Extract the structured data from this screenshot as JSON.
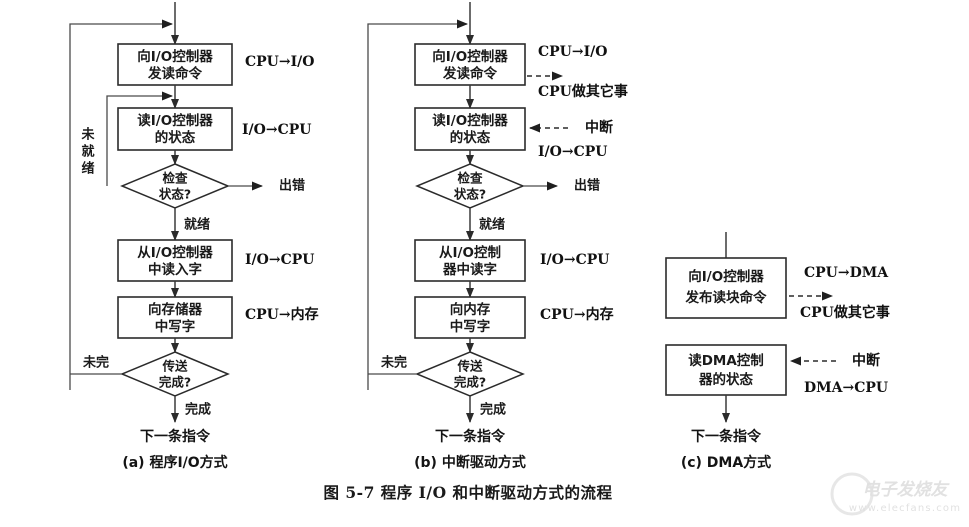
{
  "figure": {
    "caption": "图 5-7    程序 I/O 和中断驱动方式的流程",
    "watermark_cn": "电子发烧友",
    "watermark_url": "www.elecfans.com"
  },
  "columns": [
    {
      "id": "program-io",
      "subcaption": "(a) 程序I/O方式",
      "nodes": [
        {
          "id": "a1",
          "type": "process",
          "lines": [
            "向I/O控制器",
            "发读命令"
          ]
        },
        {
          "id": "a2",
          "type": "process",
          "lines": [
            "读I/O控制器",
            "的状态"
          ]
        },
        {
          "id": "a3",
          "type": "decision",
          "lines": [
            "检查",
            "状态?"
          ]
        },
        {
          "id": "a4",
          "type": "process",
          "lines": [
            "从I/O控制器",
            "中读入字"
          ]
        },
        {
          "id": "a5",
          "type": "process",
          "lines": [
            "向存储器",
            "中写字"
          ]
        },
        {
          "id": "a6",
          "type": "decision",
          "lines": [
            "传送",
            "完成?"
          ]
        },
        {
          "id": "a7",
          "type": "terminal",
          "lines": [
            "下一条指令"
          ]
        }
      ],
      "side_labels": [
        {
          "id": "a-side1",
          "text": "CPU→I/O"
        },
        {
          "id": "a-side2",
          "text": "I/O→CPU"
        },
        {
          "id": "a-side3",
          "text": "I/O→CPU"
        },
        {
          "id": "a-side4",
          "text": "CPU→内存"
        }
      ],
      "edge_labels": [
        {
          "id": "a-err",
          "text": "出错"
        },
        {
          "id": "a-ready",
          "text": "就绪"
        },
        {
          "id": "a-done",
          "text": "完成"
        },
        {
          "id": "a-notready",
          "lines": [
            "未",
            "就",
            "绪"
          ]
        },
        {
          "id": "a-notdone",
          "text": "未完"
        }
      ]
    },
    {
      "id": "interrupt-driven",
      "subcaption": "(b) 中断驱动方式",
      "nodes": [
        {
          "id": "b1",
          "type": "process",
          "lines": [
            "向I/O控制器",
            "发读命令"
          ]
        },
        {
          "id": "b2",
          "type": "process",
          "lines": [
            "读I/O控制器",
            "的状态"
          ]
        },
        {
          "id": "b3",
          "type": "decision",
          "lines": [
            "检查",
            "状态?"
          ]
        },
        {
          "id": "b4",
          "type": "process",
          "lines": [
            "从I/O控制",
            "器中读字"
          ]
        },
        {
          "id": "b5",
          "type": "process",
          "lines": [
            "向内存",
            "中写字"
          ]
        },
        {
          "id": "b6",
          "type": "decision",
          "lines": [
            "传送",
            "完成?"
          ]
        },
        {
          "id": "b7",
          "type": "terminal",
          "lines": [
            "下一条指令"
          ]
        }
      ],
      "side_labels": [
        {
          "id": "b-side1",
          "text": "CPU→I/O"
        },
        {
          "id": "b-side2",
          "text": "CPU做其它事"
        },
        {
          "id": "b-side3",
          "text": "中断"
        },
        {
          "id": "b-side4",
          "text": "I/O→CPU"
        },
        {
          "id": "b-side5",
          "text": "I/O→CPU"
        },
        {
          "id": "b-side6",
          "text": "CPU→内存"
        }
      ],
      "edge_labels": [
        {
          "id": "b-err",
          "text": "出错"
        },
        {
          "id": "b-ready",
          "text": "就绪"
        },
        {
          "id": "b-done",
          "text": "完成"
        },
        {
          "id": "b-notdone",
          "text": "未完"
        }
      ]
    },
    {
      "id": "dma",
      "subcaption": "(c) DMA方式",
      "nodes": [
        {
          "id": "c1",
          "type": "process",
          "lines": [
            "向I/O控制器",
            "发布读块命令"
          ]
        },
        {
          "id": "c2",
          "type": "process",
          "lines": [
            "读DMA控制",
            "器的状态"
          ]
        },
        {
          "id": "c3",
          "type": "terminal",
          "lines": [
            "下一条指令"
          ]
        }
      ],
      "side_labels": [
        {
          "id": "c-side1",
          "text": "CPU→DMA"
        },
        {
          "id": "c-side2",
          "text": "CPU做其它事"
        },
        {
          "id": "c-side3",
          "text": "中断"
        },
        {
          "id": "c-side4",
          "text": "DMA→CPU"
        }
      ]
    }
  ],
  "colors": {
    "stroke": "#2b2b2b",
    "line": "#3a3a3a",
    "text": "#1a1a1a",
    "background": "#ffffff",
    "watermark": "#c9c9c9"
  }
}
